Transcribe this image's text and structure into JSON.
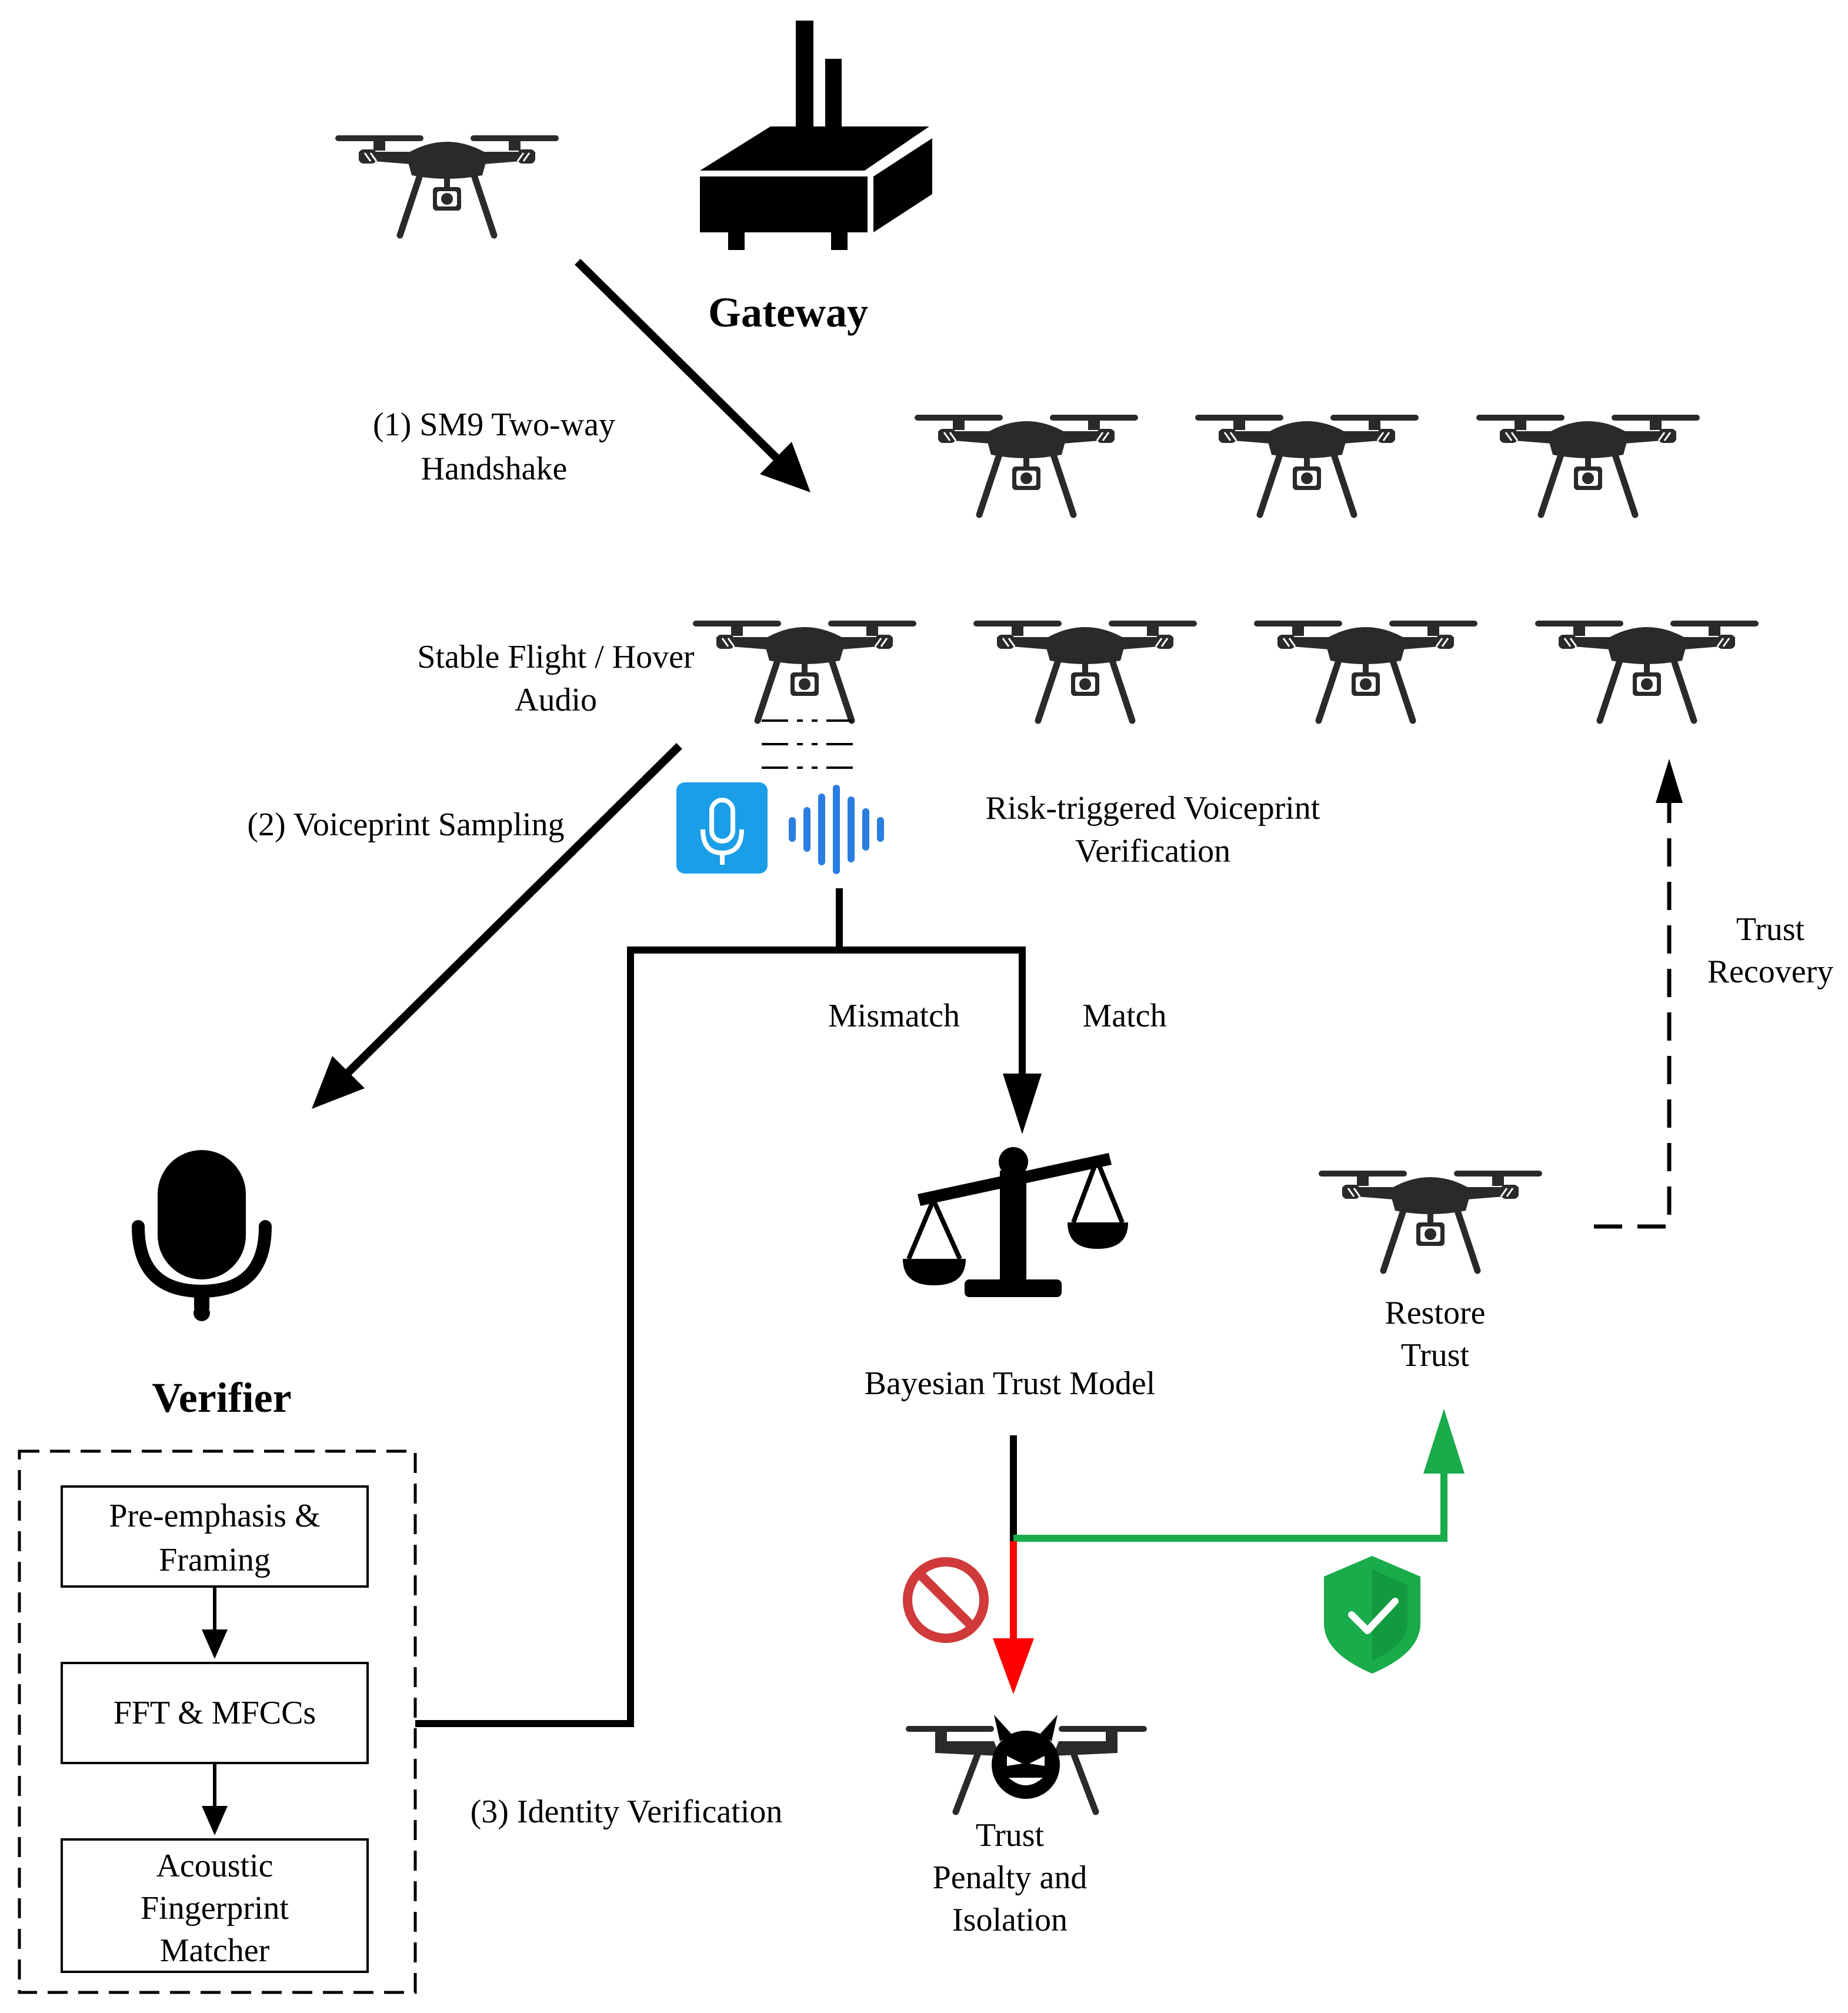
{
  "gateway": {
    "label": "Gateway"
  },
  "verifier": {
    "label": "Verifier"
  },
  "steps": {
    "handshake": [
      "(1) SM9 Two-way",
      "Handshake"
    ],
    "sampling": "(2) Voiceprint Sampling",
    "identity": "(3) Identity Verification"
  },
  "hover_audio": [
    "Stable Flight / Hover",
    "Audio"
  ],
  "risk_verification": [
    "Risk-triggered Voiceprint",
    "Verification"
  ],
  "branches": {
    "mismatch": "Mismatch",
    "match": "Match"
  },
  "trust_model": {
    "label": "Bayesian Trust Model"
  },
  "restore": [
    "Restore",
    "Trust"
  ],
  "recovery": [
    "Trust",
    "Recovery"
  ],
  "penalty": [
    "Trust",
    "Penalty and",
    "Isolation"
  ],
  "pipeline": [
    [
      "Pre-emphasis &",
      "Framing"
    ],
    [
      "FFT & MFCCs"
    ],
    [
      "Acoustic",
      "Fingerprint",
      "Matcher"
    ]
  ],
  "colors": {
    "ink": "#000000",
    "drone": "#2a2a2a",
    "green": "#1aab4b",
    "red": "#ff0000",
    "forbid": "#d03a3a",
    "mic_blue": "#1a9ee8",
    "wave_blue": "#2a7de1"
  },
  "icons": [
    "drone-icon",
    "gateway-icon",
    "microphone-icon",
    "voice-wave-icon",
    "scale-icon",
    "shield-check-icon",
    "forbidden-icon",
    "devil-drone-icon"
  ]
}
